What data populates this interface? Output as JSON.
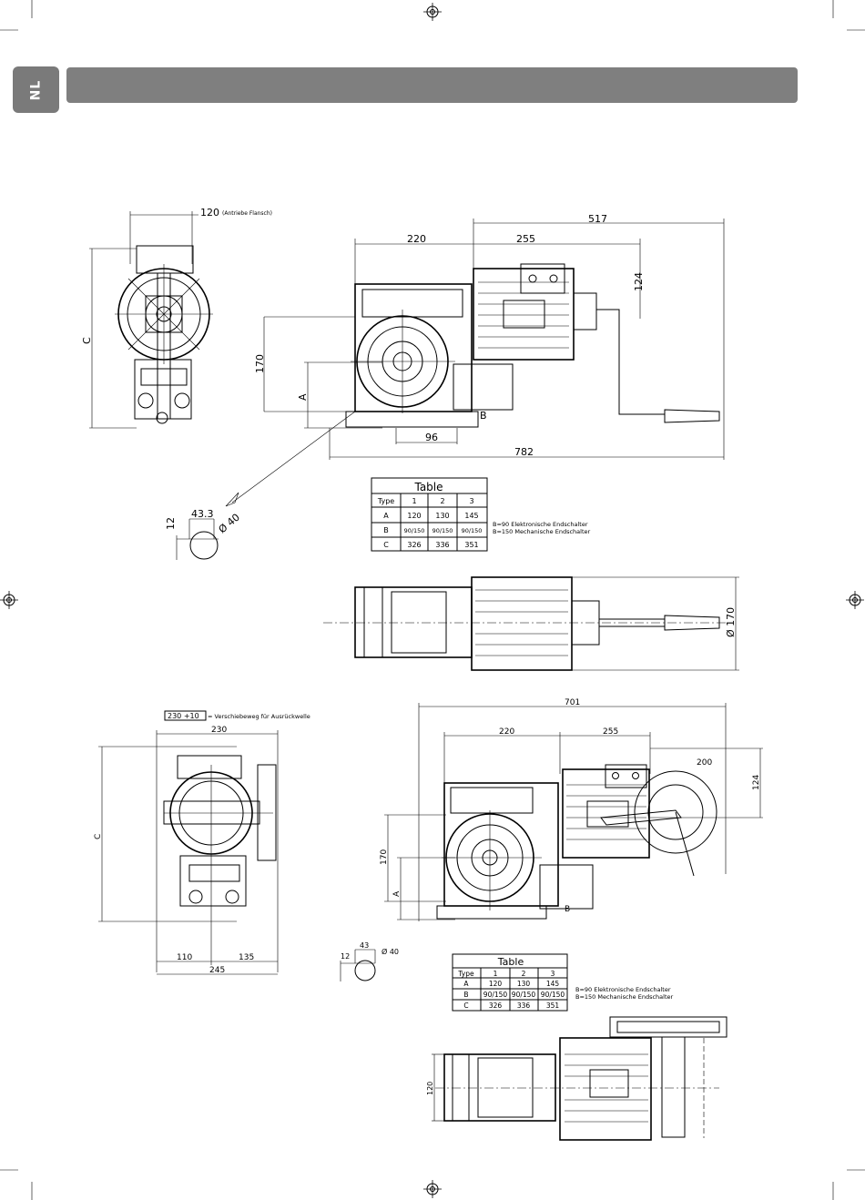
{
  "page": {
    "language_tab": "NL"
  },
  "colors": {
    "banner": "#7f7f7f",
    "tab": "#7a7a7a",
    "line": "#000000"
  },
  "drawing1": {
    "dim_120": "120",
    "dim_120_note": "(Antriebe Flansch)",
    "dim_517": "517",
    "dim_220": "220",
    "dim_255": "255",
    "dim_124": "124",
    "dim_c": "C",
    "dim_170": "170",
    "dim_a": "A",
    "dim_b": "B",
    "dim_96": "96",
    "dim_782": "782",
    "key_43_3": "43.3",
    "key_12": "12",
    "key_d40": "Ø 40",
    "top_d170": "Ø 170"
  },
  "table1": {
    "title": "Table",
    "headers": [
      "Type",
      "1",
      "2",
      "3"
    ],
    "rows": [
      [
        "A",
        "120",
        "130",
        "145"
      ],
      [
        "B",
        "90/150",
        "90/150",
        "90/150"
      ],
      [
        "C",
        "326",
        "336",
        "351"
      ]
    ],
    "note1": "B=90 Elektronische Endschalter",
    "note2": "B=150 Mechanische Endschalter"
  },
  "drawing2": {
    "shift_box": "230 +10",
    "shift_note": "= Verschiebeweg für Ausrückwelle",
    "dim_230": "230",
    "dim_c": "C",
    "dim_110": "110",
    "dim_135": "135",
    "dim_245": "245",
    "dim_701": "701",
    "dim_220": "220",
    "dim_255": "255",
    "dim_200": "200",
    "dim_124": "124",
    "dim_170": "170",
    "dim_a": "A",
    "dim_b": "B",
    "key_43": "43",
    "key_12": "12",
    "key_d40": "Ø 40",
    "top_120": "120"
  },
  "table2": {
    "title": "Table",
    "headers": [
      "Type",
      "1",
      "2",
      "3"
    ],
    "rows": [
      [
        "A",
        "120",
        "130",
        "145"
      ],
      [
        "B",
        "90/150",
        "90/150",
        "90/150"
      ],
      [
        "C",
        "326",
        "336",
        "351"
      ]
    ],
    "note1": "B=90 Elektronische Endschalter",
    "note2": "B=150 Mechanische Endschalter"
  }
}
